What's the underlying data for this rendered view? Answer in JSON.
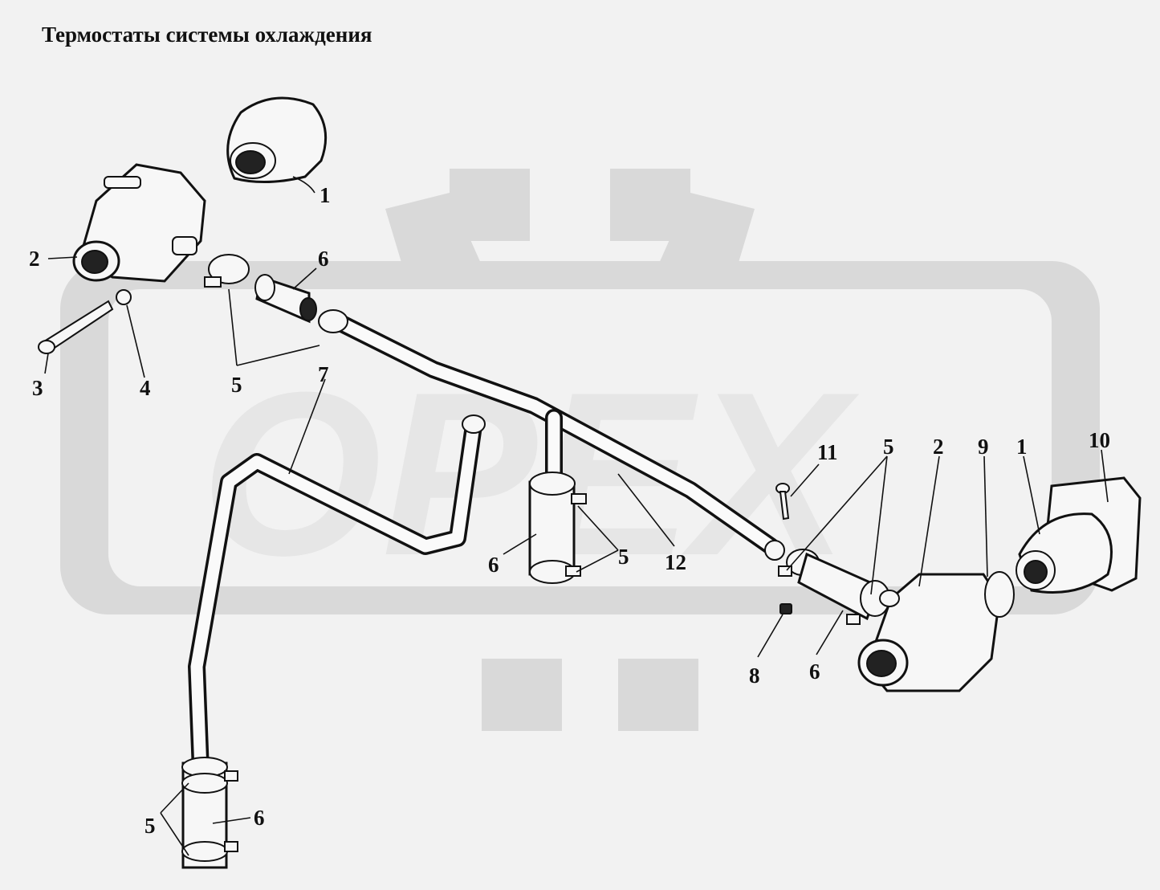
{
  "title": "Термостаты системы охлаждения",
  "watermark": {
    "text": "OPEX",
    "color": "#d9d9d9"
  },
  "callouts": [
    {
      "id": "c1a",
      "label": "1"
    },
    {
      "id": "c2a",
      "label": "2"
    },
    {
      "id": "c3",
      "label": "3"
    },
    {
      "id": "c4",
      "label": "4"
    },
    {
      "id": "c5a",
      "label": "5"
    },
    {
      "id": "c6a",
      "label": "6"
    },
    {
      "id": "c7",
      "label": "7"
    },
    {
      "id": "c6b",
      "label": "6"
    },
    {
      "id": "c5b",
      "label": "5"
    },
    {
      "id": "c12",
      "label": "12"
    },
    {
      "id": "c11",
      "label": "11"
    },
    {
      "id": "c5c",
      "label": "5"
    },
    {
      "id": "c2b",
      "label": "2"
    },
    {
      "id": "c9",
      "label": "9"
    },
    {
      "id": "c1b",
      "label": "1"
    },
    {
      "id": "c10",
      "label": "10"
    },
    {
      "id": "c8",
      "label": "8"
    },
    {
      "id": "c6c",
      "label": "6"
    },
    {
      "id": "c5d",
      "label": "5"
    },
    {
      "id": "c6d",
      "label": "6"
    }
  ]
}
